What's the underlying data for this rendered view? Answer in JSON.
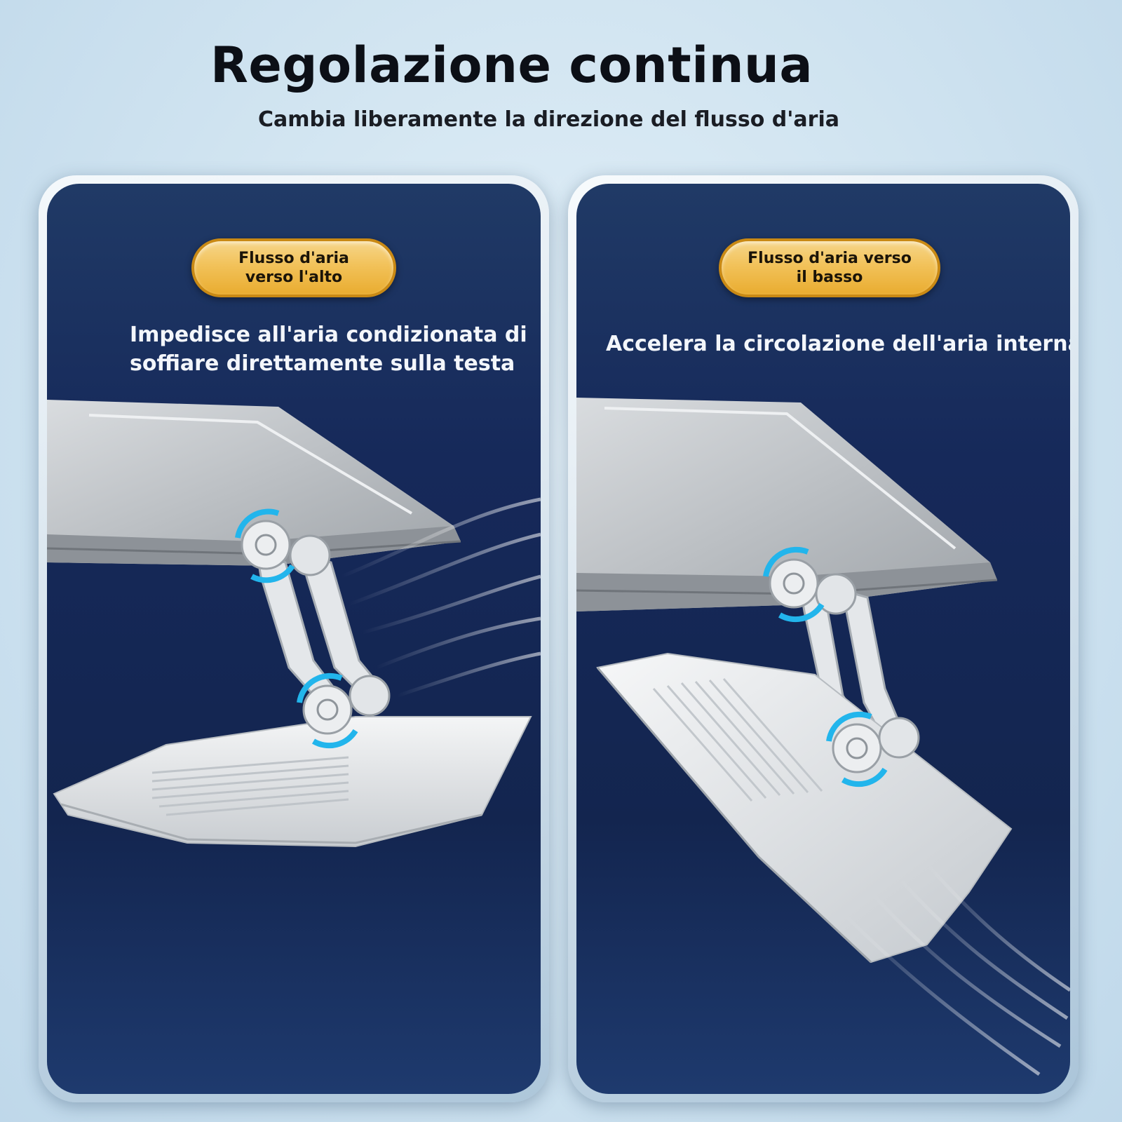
{
  "header": {
    "title": "Regolazione continua",
    "subtitle": "Cambia liberamente la direzione del flusso d'aria"
  },
  "panels": [
    {
      "badge": "Flusso d'aria verso l'alto",
      "description": "Impedisce all'aria condizionata di soffiare direttamente sulla testa"
    },
    {
      "badge": "Flusso d'aria verso il basso",
      "description": "Accelera la circolazione dell'aria interna"
    }
  ],
  "colors": {
    "panel_bg": "#16295a",
    "badge_gold": "#f2c25a",
    "rotation_arrow": "#22b5ec",
    "deflector": "#e9ecef"
  }
}
